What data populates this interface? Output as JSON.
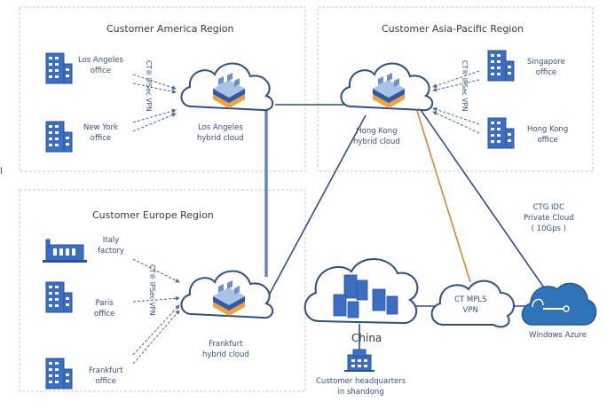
{
  "regions": {
    "america": "Customer America Region",
    "asia": "Customer Asia-Pacific Region",
    "europe": "Customer Europe Region"
  },
  "offices": {
    "los_angeles": [
      "Los Angeles",
      "office"
    ],
    "new_york": [
      "New York",
      "office"
    ],
    "singapore": [
      "Singapore",
      "office"
    ],
    "hong_kong": [
      "Hong Kong",
      "office"
    ],
    "italy": [
      "Italy",
      "factory"
    ],
    "paris": [
      "Paris",
      "office"
    ],
    "frankfurt": [
      "Frankfurt",
      "office"
    ]
  },
  "clouds": {
    "la": [
      "Los Angeles",
      "hybrid cloud"
    ],
    "hk": [
      "Hong Kong",
      "hybrid cloud"
    ],
    "ff": [
      "Frankfurt",
      "hybrid cloud"
    ]
  },
  "vpn_label": "CT® IPSec VPN",
  "ctg_idc": [
    "CTG IDC",
    "Private Cloud",
    "( 10Gps )"
  ],
  "mpls": [
    "CT MPLS",
    "VPN"
  ],
  "china": "China",
  "azure": "Windows Azure",
  "hq": [
    "Customer headquarters",
    "in shandong"
  ],
  "left_cut_text": "l",
  "colors": {
    "line_blue": "#2e4f86",
    "line_orange": "#e0822e",
    "building": "#3c6fc4",
    "cloud_outline": "#2e4f86",
    "border_dashed": "#c8c8c8",
    "azure": "#2f73b8"
  }
}
